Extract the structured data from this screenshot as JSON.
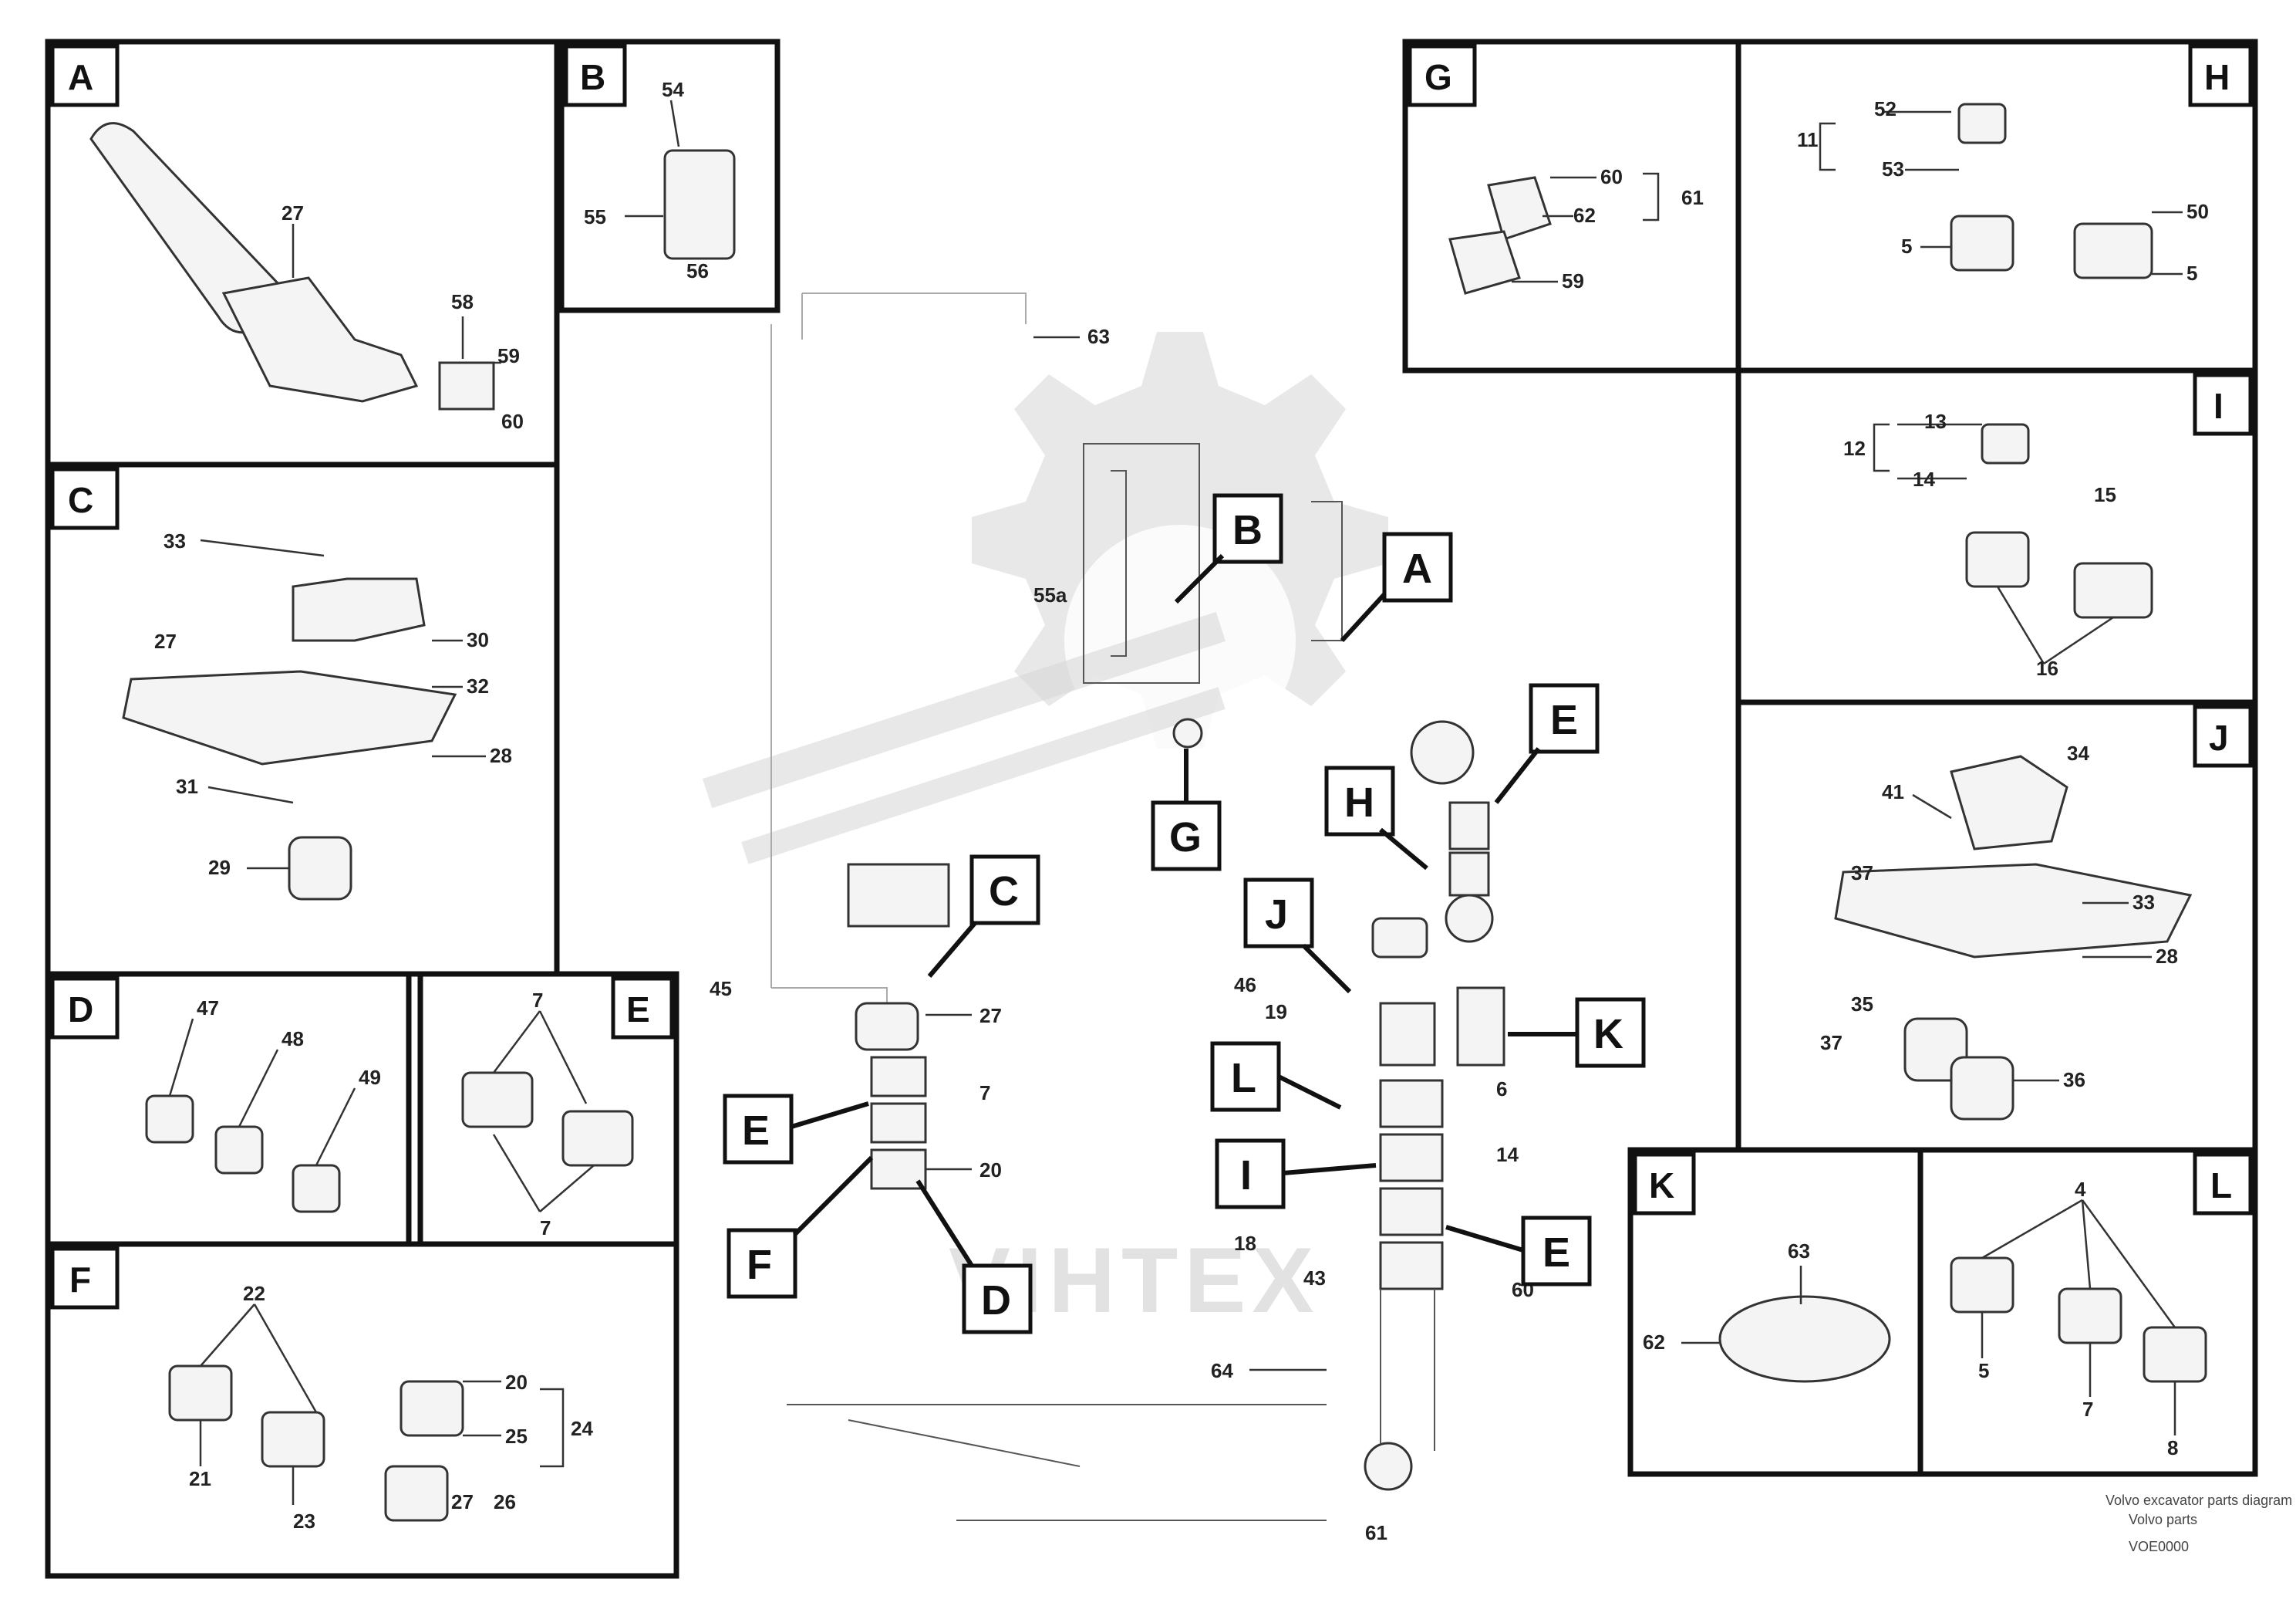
{
  "watermark": {
    "text": "VIHTEX"
  },
  "panels": {
    "A": {
      "label": "A",
      "nums": [
        "27",
        "58",
        "59",
        "60"
      ]
    },
    "B": {
      "label": "B",
      "nums": [
        "54",
        "55",
        "56"
      ]
    },
    "C": {
      "label": "C",
      "nums": [
        "33",
        "30",
        "32",
        "28",
        "31",
        "29",
        "27"
      ]
    },
    "D": {
      "label": "D",
      "nums": [
        "47",
        "48",
        "49"
      ]
    },
    "E": {
      "label": "E",
      "nums": [
        "7",
        "7"
      ]
    },
    "F": {
      "label": "F",
      "nums": [
        "22",
        "20",
        "23",
        "25",
        "24",
        "26",
        "21",
        "27"
      ]
    },
    "G": {
      "label": "G",
      "nums": [
        "60",
        "62",
        "61",
        "59"
      ]
    },
    "H": {
      "label": "H",
      "nums": [
        "11",
        "52",
        "53",
        "50",
        "5",
        "5"
      ]
    },
    "I": {
      "label": "I",
      "nums": [
        "12",
        "13",
        "14",
        "15",
        "16"
      ]
    },
    "J": {
      "label": "J",
      "nums": [
        "41",
        "34",
        "37",
        "33",
        "28",
        "35",
        "37",
        "36"
      ]
    },
    "K": {
      "label": "K",
      "nums": [
        "63",
        "62"
      ]
    },
    "L": {
      "label": "L",
      "nums": [
        "4",
        "5",
        "7",
        "8"
      ]
    }
  },
  "main": {
    "callouts": [
      "B",
      "A",
      "G",
      "E",
      "H",
      "C",
      "J",
      "K",
      "L",
      "E",
      "I",
      "E",
      "F",
      "D"
    ],
    "nums": [
      "63",
      "55a",
      "45",
      "27",
      "7",
      "20",
      "46",
      "19",
      "6",
      "14",
      "18",
      "43",
      "60",
      "64",
      "61"
    ]
  },
  "ref": {
    "line1": "Volvo excavator parts diagram",
    "line2": "Volvo parts",
    "code": "VOE0000"
  }
}
